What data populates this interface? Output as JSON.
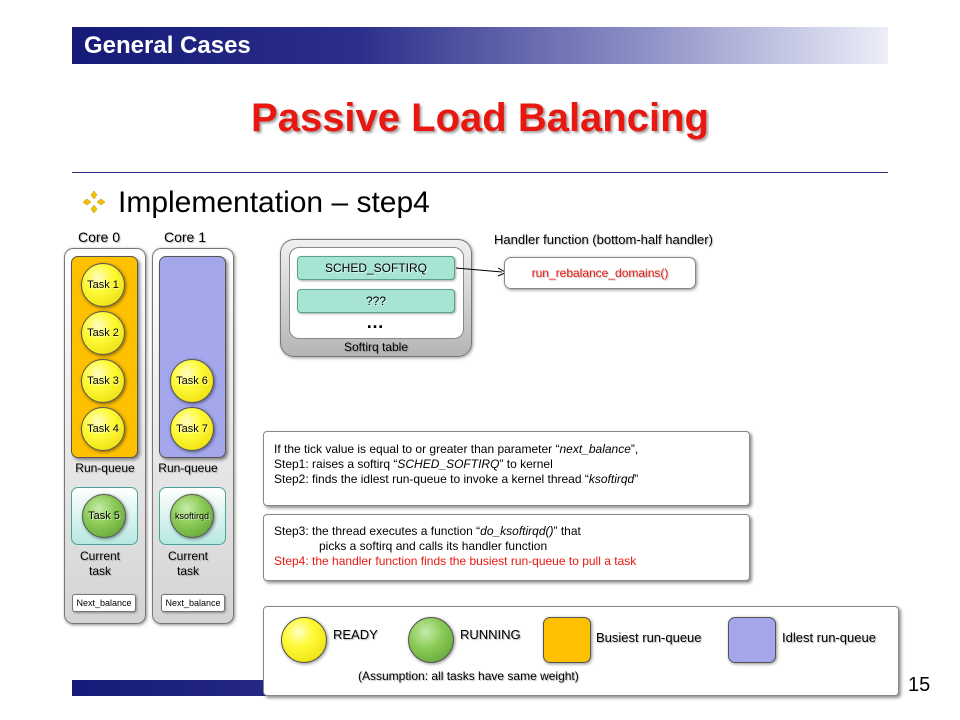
{
  "header": {
    "section_title": "General Cases"
  },
  "slide": {
    "title": "Passive Load Balancing",
    "bullet": "Implementation – step4",
    "page_number": "15"
  },
  "cores": [
    {
      "label": "Core 0",
      "queue_color": "#ffc000",
      "tasks": [
        "Task 1",
        "Task 2",
        "Task 3",
        "Task 4"
      ],
      "runqueue_label": "Run-queue",
      "current_task": "Task 5",
      "current_label_line1": "Current",
      "current_label_line2": "task",
      "next_balance": "Next_balance"
    },
    {
      "label": "Core 1",
      "queue_color": "#a4a7ec",
      "tasks": [
        "Task 6",
        "Task 7"
      ],
      "runqueue_label": "Run-queue",
      "current_task": "ksoftirqd",
      "current_label_line1": "Current",
      "current_label_line2": "task",
      "next_balance": "Next_balance"
    }
  ],
  "softirq": {
    "entries": [
      "SCHED_SOFTIRQ",
      "???"
    ],
    "ellipsis": "…",
    "table_label": "Softirq table"
  },
  "handler": {
    "title": "Handler function (bottom-half handler)",
    "function": "run_rebalance_domains()"
  },
  "info1": {
    "l1_a": "If the tick value is equal to or greater than parameter “",
    "l1_b": "next_balance",
    "l1_c": "”,",
    "l2_a": "Step1: raises a softirq “",
    "l2_b": "SCHED_SOFTIRQ",
    "l2_c": "” to kernel",
    "l3_a": "Step2: finds the idlest run-queue to invoke a kernel thread “",
    "l3_b": "ksoftirqd",
    "l3_c": "”"
  },
  "info2": {
    "l1_a": "Step3: the thread executes a function “",
    "l1_b": "do_ksoftirqd()",
    "l1_c": "” that",
    "l2": "picks a softirq and calls its handler function",
    "l3": "Step4: the handler function finds the busiest run-queue to pull a task"
  },
  "legend": {
    "ready": "READY",
    "running": "RUNNING",
    "busiest": "Busiest run-queue",
    "idlest": "Idlest run-queue",
    "note": "(Assumption: all tasks have same weight)",
    "colors": {
      "ready": "#fffb3a",
      "running": "#8ccb58",
      "busiest": "#ffc000",
      "idlest": "#a4a7ec"
    }
  }
}
